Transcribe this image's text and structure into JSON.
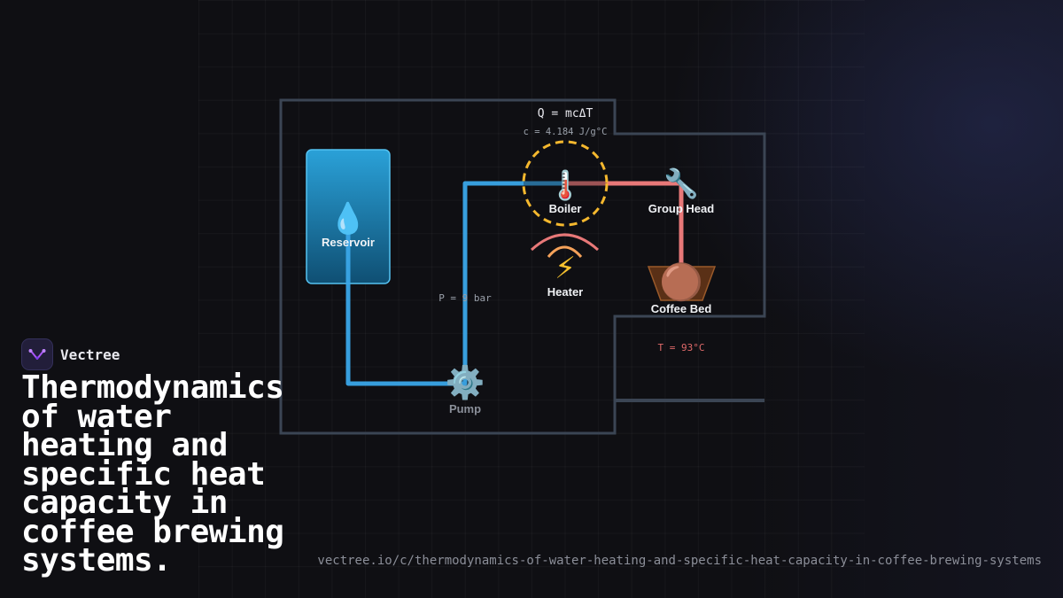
{
  "brand": {
    "name": "Vectree",
    "logo_icon": "vectree-logo-icon"
  },
  "title": "Thermodynamics of water heating and specific heat capacity in coffee brewing systems.",
  "url": "vectree.io/c/thermodynamics-of-water-heating-and-specific-heat-capacity-in-coffee-brewing-systems",
  "diagram": {
    "formula": "Q = mcΔT",
    "specific_heat": "c = 4.184 J/g°C",
    "pressure": "P = 9 bar",
    "temperature": "T = 93°C",
    "nodes": {
      "reservoir": {
        "label": "Reservoir",
        "icon": "water-drop-icon"
      },
      "pump": {
        "label": "Pump",
        "icon": "gear-icon"
      },
      "boiler": {
        "label": "Boiler",
        "icon": "thermometer-icon"
      },
      "heater": {
        "label": "Heater",
        "icon": "lightning-icon"
      },
      "group_head": {
        "label": "Group Head",
        "icon": "wrench-icon"
      },
      "coffee_bed": {
        "label": "Coffee Bed",
        "icon": "coffee-bean-icon"
      }
    },
    "colors": {
      "cold_water": "#3aa6e8",
      "hot_water": "#e87878",
      "boiler_ring": "#f5b82e",
      "frame": "#3b4554",
      "temperature_text": "#e06a6a"
    }
  }
}
